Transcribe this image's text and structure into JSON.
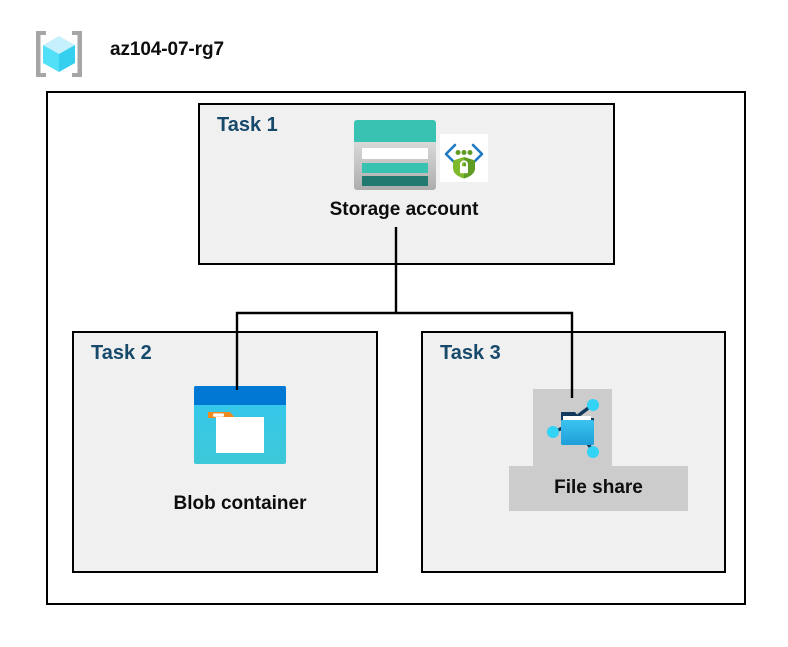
{
  "resource_group": {
    "name": "az104-07-rg7",
    "icon": "resource-group-cube-icon"
  },
  "diagram": {
    "type": "hierarchy",
    "tasks": [
      {
        "id": "task1",
        "label": "Task 1",
        "node_caption": "Storage account",
        "icons": [
          "storage-account-icon",
          "private-endpoint-icon"
        ],
        "highlighted": false
      },
      {
        "id": "task2",
        "label": "Task 2",
        "node_caption": "Blob container",
        "icons": [
          "blob-container-icon"
        ],
        "highlighted": false
      },
      {
        "id": "task3",
        "label": "Task 3",
        "node_caption": "File share",
        "icons": [
          "file-share-icon"
        ],
        "highlighted": true
      }
    ],
    "connections": [
      {
        "from": "Storage account",
        "to": "Blob container"
      },
      {
        "from": "Storage account",
        "to": "File share"
      }
    ]
  },
  "colors": {
    "task_label": "#17496B",
    "caption_text": "#0D0D0D",
    "task_box_fill": "#F0F0F0",
    "container_fill": "#FFFFFF",
    "border": "#000000",
    "highlight": "#CCCCCC",
    "storage_teal": "#37C2B1",
    "storage_teal_dark": "#22796F",
    "blob_blue": "#0078D4",
    "blob_cyan": "#32C8E8",
    "blob_orange": "#F08C1E",
    "fileshare_blue": "#32B0E7",
    "fileshare_node": "#32D3F5",
    "endpoint_green": "#5E9C23",
    "rg_cube_cyan": "#9FE8FA"
  }
}
